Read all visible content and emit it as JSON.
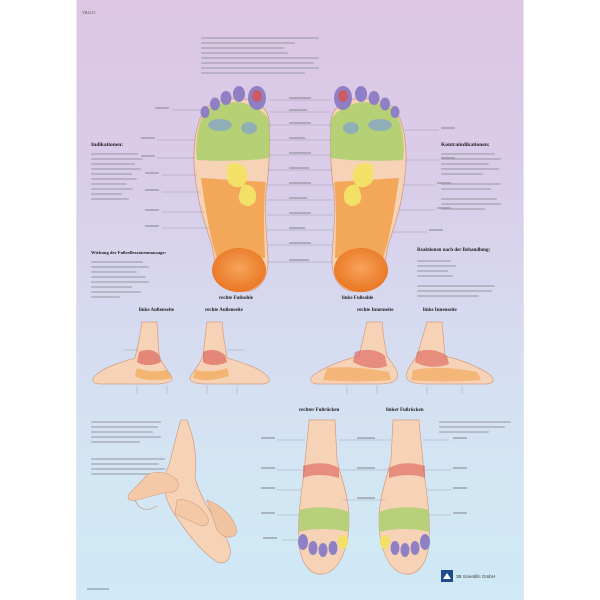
{
  "page": {
    "code": "VR4113",
    "colors": {
      "background_top": "#dcc6e4",
      "background_bottom": "#cfe9f6",
      "skin": "#f6d3b6",
      "zone_orange": "#f29a3a",
      "zone_green": "#a9cf6a",
      "zone_yellow": "#f3e067",
      "zone_purple": "#8f7fc4",
      "zone_red": "#d9534f"
    }
  },
  "headings": {
    "indikationen": "Indikationen:",
    "kontraindikationen": "Kontraindikationen:",
    "wirkung": "Wirkung der Fußreflexzonenmassage:",
    "reaktionen": "Reaktionen nach der Behandlung:"
  },
  "captions": {
    "right_sole": "rechte Fußsohle",
    "left_sole": "linke Fußsohle",
    "left_outer": "linke Außenseite",
    "right_outer": "rechte Außenseite",
    "right_inner": "rechte Innenseite",
    "left_inner": "linke Innenseite",
    "right_top": "rechter Fußrücken",
    "left_top": "linker Fußrücken"
  },
  "publisher": {
    "logo_text": "3B Scientific GmbH"
  }
}
